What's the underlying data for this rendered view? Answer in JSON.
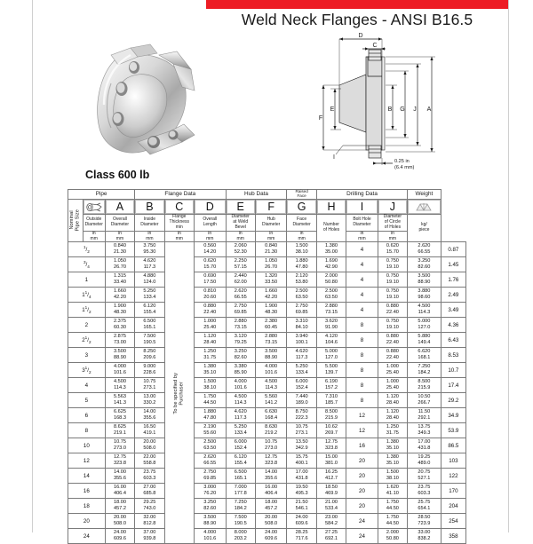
{
  "document": {
    "banner_color": "#ed1c24",
    "title": "Weld Neck Flanges - ANSI B16.5",
    "class_label": "Class 600 lb"
  },
  "drawing": {
    "labels": {
      "D": "D",
      "C": "C",
      "F": "F",
      "E": "E",
      "B": "B",
      "G": "G",
      "J": "J",
      "A": "A",
      "I": "I"
    },
    "note_in": "0.25 in",
    "note_mm": "(6.4 mm)"
  },
  "table": {
    "groups": [
      {
        "label": "Pipe",
        "span": 3
      },
      {
        "label": "Flange Data",
        "span": 3
      },
      {
        "label": "Hub Data",
        "span": 2
      },
      {
        "label": "Raised Face",
        "span": 1
      },
      {
        "label": "Drilling Data",
        "span": 3
      },
      {
        "label": "Weight",
        "span": 1
      }
    ],
    "letters": [
      "nps-icon",
      "wrench-icon",
      "A",
      "B",
      "C",
      "D",
      "E",
      "F",
      "G",
      "H",
      "I",
      "J",
      "scale-icon"
    ],
    "descriptors": [
      "Nominal Pipe Size",
      "Outside Diameter",
      "Overall Diameter",
      "Inside Diameter",
      "Flange Thickness min",
      "Overall Length",
      "Diameter at Weld Bevel",
      "Hub Diameter",
      "Face Diameter",
      "Number of Holes",
      "Bolt Hole Diameter",
      "Diameter of Circle of Holes",
      "kg/ piece"
    ],
    "descriptor_lines": [
      [
        "Nominal",
        "Pipe Size"
      ],
      [
        "Outside",
        "Diameter"
      ],
      [
        "Overall",
        "Diameter"
      ],
      [
        "Inside",
        "Diameter"
      ],
      [
        "Flange",
        "Thickness",
        "min"
      ],
      [
        "Overall",
        "Length"
      ],
      [
        "Diameter",
        "at Weld",
        "Bevel"
      ],
      [
        "Hub",
        "Diameter"
      ],
      [
        "Face",
        "Diameter"
      ],
      [
        "Number",
        "of Holes"
      ],
      [
        "Bolt Hole",
        "Diameter"
      ],
      [
        "Diameter",
        "of Circle",
        "of Holes"
      ],
      [
        "kg/",
        "piece"
      ]
    ],
    "unit_labels": {
      "in": "in",
      "mm": "mm"
    },
    "inside_diameter_note": "To be specified by Purchaser",
    "rows": [
      {
        "nps": "1/2",
        "nps_n": "1",
        "nps_d": "2",
        "nps_whole": "",
        "A_in": "0.840",
        "A_mm": "21.30",
        "B_in": "3.750",
        "B_mm": "95.30",
        "C_in": "0.560",
        "C_mm": "14.20",
        "D_in": "2.060",
        "D_mm": "52.30",
        "E_in": "0.840",
        "E_mm": "21.30",
        "F_in": "1.500",
        "F_mm": "38.10",
        "G_in": "1.380",
        "G_mm": "35.00",
        "H": "4",
        "I_in": "0.620",
        "I_mm": "15.70",
        "J_in": "2.620",
        "J_mm": "66.55",
        "W": "0.87"
      },
      {
        "nps": "3/4",
        "nps_n": "3",
        "nps_d": "4",
        "nps_whole": "",
        "A_in": "1.050",
        "A_mm": "26.70",
        "B_in": "4.620",
        "B_mm": "117.3",
        "C_in": "0.620",
        "C_mm": "15.70",
        "D_in": "2.250",
        "D_mm": "57.15",
        "E_in": "1.050",
        "E_mm": "26.70",
        "F_in": "1.880",
        "F_mm": "47.80",
        "G_in": "1.690",
        "G_mm": "42.90",
        "H": "4",
        "I_in": "0.750",
        "I_mm": "19.10",
        "J_in": "3.250",
        "J_mm": "82.60",
        "W": "1.45"
      },
      {
        "nps": "1",
        "nps_n": "",
        "nps_d": "",
        "nps_whole": "1",
        "A_in": "1.315",
        "A_mm": "33.40",
        "B_in": "4.880",
        "B_mm": "124.0",
        "C_in": "0.690",
        "C_mm": "17.50",
        "D_in": "2.440",
        "D_mm": "62.00",
        "E_in": "1.320",
        "E_mm": "33.50",
        "F_in": "2.120",
        "F_mm": "53.80",
        "G_in": "2.000",
        "G_mm": "50.80",
        "H": "4",
        "I_in": "0.750",
        "I_mm": "19.10",
        "J_in": "3.500",
        "J_mm": "88.90",
        "W": "1.76"
      },
      {
        "nps": "1 1/4",
        "nps_n": "1",
        "nps_d": "4",
        "nps_whole": "1",
        "A_in": "1.660",
        "A_mm": "42.20",
        "B_in": "5.250",
        "B_mm": "133.4",
        "C_in": "0.810",
        "C_mm": "20.60",
        "D_in": "2.620",
        "D_mm": "66.55",
        "E_in": "1.660",
        "E_mm": "42.20",
        "F_in": "2.500",
        "F_mm": "63.50",
        "G_in": "2.500",
        "G_mm": "63.50",
        "H": "4",
        "I_in": "0.750",
        "I_mm": "19.10",
        "J_in": "3.880",
        "J_mm": "98.60",
        "W": "2.49"
      },
      {
        "nps": "1 1/2",
        "nps_n": "1",
        "nps_d": "2",
        "nps_whole": "1",
        "A_in": "1.900",
        "A_mm": "48.30",
        "B_in": "6.120",
        "B_mm": "155.4",
        "C_in": "0.880",
        "C_mm": "22.40",
        "D_in": "2.750",
        "D_mm": "69.85",
        "E_in": "1.900",
        "E_mm": "48.30",
        "F_in": "2.750",
        "F_mm": "69.85",
        "G_in": "2.880",
        "G_mm": "73.15",
        "H": "4",
        "I_in": "0.880",
        "I_mm": "22.40",
        "J_in": "4.500",
        "J_mm": "114.3",
        "W": "3.49"
      },
      {
        "nps": "2",
        "nps_n": "",
        "nps_d": "",
        "nps_whole": "2",
        "A_in": "2.375",
        "A_mm": "60.30",
        "B_in": "6.500",
        "B_mm": "165.1",
        "C_in": "1.000",
        "C_mm": "25.40",
        "D_in": "2.880",
        "D_mm": "73.15",
        "E_in": "2.380",
        "E_mm": "60.45",
        "F_in": "3.310",
        "F_mm": "84.10",
        "G_in": "3.620",
        "G_mm": "91.90",
        "H": "8",
        "I_in": "0.750",
        "I_mm": "19.10",
        "J_in": "5.000",
        "J_mm": "127.0",
        "W": "4.36"
      },
      {
        "nps": "2 1/2",
        "nps_n": "1",
        "nps_d": "2",
        "nps_whole": "2",
        "A_in": "2.875",
        "A_mm": "73.00",
        "B_in": "7.500",
        "B_mm": "190.5",
        "C_in": "1.120",
        "C_mm": "28.40",
        "D_in": "3.120",
        "D_mm": "79.25",
        "E_in": "2.880",
        "E_mm": "73.15",
        "F_in": "3.940",
        "F_mm": "100.1",
        "G_in": "4.120",
        "G_mm": "104.6",
        "H": "8",
        "I_in": "0.880",
        "I_mm": "22.40",
        "J_in": "5.880",
        "J_mm": "149.4",
        "W": "6.43"
      },
      {
        "nps": "3",
        "nps_n": "",
        "nps_d": "",
        "nps_whole": "3",
        "A_in": "3.500",
        "A_mm": "88.90",
        "B_in": "8.250",
        "B_mm": "209.6",
        "C_in": "1.250",
        "C_mm": "31.75",
        "D_in": "3.250",
        "D_mm": "82.60",
        "E_in": "3.500",
        "E_mm": "88.90",
        "F_in": "4.620",
        "F_mm": "117.3",
        "G_in": "5.000",
        "G_mm": "127.0",
        "H": "8",
        "I_in": "0.880",
        "I_mm": "22.40",
        "J_in": "6.620",
        "J_mm": "168.1",
        "W": "8.53"
      },
      {
        "nps": "3 1/2",
        "nps_n": "1",
        "nps_d": "2",
        "nps_whole": "3",
        "A_in": "4.000",
        "A_mm": "101.6",
        "B_in": "9.000",
        "B_mm": "228.6",
        "C_in": "1.380",
        "C_mm": "35.10",
        "D_in": "3.380",
        "D_mm": "85.90",
        "E_in": "4.000",
        "E_mm": "101.6",
        "F_in": "5.250",
        "F_mm": "133.4",
        "G_in": "5.500",
        "G_mm": "139.7",
        "H": "8",
        "I_in": "1.000",
        "I_mm": "25.40",
        "J_in": "7.250",
        "J_mm": "184.2",
        "W": "10.7"
      },
      {
        "nps": "4",
        "nps_n": "",
        "nps_d": "",
        "nps_whole": "4",
        "A_in": "4.500",
        "A_mm": "114.3",
        "B_in": "10.75",
        "B_mm": "273.1",
        "C_in": "1.500",
        "C_mm": "38.10",
        "D_in": "4.000",
        "D_mm": "101.6",
        "E_in": "4.500",
        "E_mm": "114.3",
        "F_in": "6.000",
        "F_mm": "152.4",
        "G_in": "6.190",
        "G_mm": "157.2",
        "H": "8",
        "I_in": "1.000",
        "I_mm": "25.40",
        "J_in": "8.500",
        "J_mm": "215.9",
        "W": "17.4"
      },
      {
        "nps": "5",
        "nps_n": "",
        "nps_d": "",
        "nps_whole": "5",
        "A_in": "5.563",
        "A_mm": "141.3",
        "B_in": "13.00",
        "B_mm": "330.2",
        "C_in": "1.750",
        "C_mm": "44.50",
        "D_in": "4.500",
        "D_mm": "114.3",
        "E_in": "5.560",
        "E_mm": "141.2",
        "F_in": "7.440",
        "F_mm": "189.0",
        "G_in": "7.310",
        "G_mm": "185.7",
        "H": "8",
        "I_in": "1.120",
        "I_mm": "28.40",
        "J_in": "10.50",
        "J_mm": "266.7",
        "W": "29.2"
      },
      {
        "nps": "6",
        "nps_n": "",
        "nps_d": "",
        "nps_whole": "6",
        "A_in": "6.625",
        "A_mm": "168.3",
        "B_in": "14.00",
        "B_mm": "355.6",
        "C_in": "1.880",
        "C_mm": "47.80",
        "D_in": "4.620",
        "D_mm": "117.3",
        "E_in": "6.630",
        "E_mm": "168.4",
        "F_in": "8.750",
        "F_mm": "222.3",
        "G_in": "8.500",
        "G_mm": "215.9",
        "H": "12",
        "I_in": "1.120",
        "I_mm": "28.40",
        "J_in": "11.50",
        "J_mm": "292.1",
        "W": "34.9"
      },
      {
        "nps": "8",
        "nps_n": "",
        "nps_d": "",
        "nps_whole": "8",
        "A_in": "8.625",
        "A_mm": "219.1",
        "B_in": "16.50",
        "B_mm": "419.1",
        "C_in": "2.190",
        "C_mm": "55.60",
        "D_in": "5.250",
        "D_mm": "133.4",
        "E_in": "8.630",
        "E_mm": "219.2",
        "F_in": "10.75",
        "F_mm": "273.1",
        "G_in": "10.62",
        "G_mm": "269.7",
        "H": "12",
        "I_in": "1.250",
        "I_mm": "31.75",
        "J_in": "13.75",
        "J_mm": "349.3",
        "W": "53.9"
      },
      {
        "nps": "10",
        "nps_n": "",
        "nps_d": "",
        "nps_whole": "10",
        "A_in": "10.75",
        "A_mm": "273.0",
        "B_in": "20.00",
        "B_mm": "508.0",
        "C_in": "2.500",
        "C_mm": "63.50",
        "D_in": "6.000",
        "D_mm": "152.4",
        "E_in": "10.75",
        "E_mm": "273.0",
        "F_in": "13.50",
        "F_mm": "342.9",
        "G_in": "12.75",
        "G_mm": "323.8",
        "H": "16",
        "I_in": "1.380",
        "I_mm": "35.10",
        "J_in": "17.00",
        "J_mm": "431.8",
        "W": "86.5"
      },
      {
        "nps": "12",
        "nps_n": "",
        "nps_d": "",
        "nps_whole": "12",
        "A_in": "12.75",
        "A_mm": "323.8",
        "B_in": "22.00",
        "B_mm": "558.8",
        "C_in": "2.620",
        "C_mm": "66.55",
        "D_in": "6.120",
        "D_mm": "155.4",
        "E_in": "12.75",
        "E_mm": "323.8",
        "F_in": "15.75",
        "F_mm": "400.1",
        "G_in": "15.00",
        "G_mm": "381.0",
        "H": "20",
        "I_in": "1.380",
        "I_mm": "35.10",
        "J_in": "19.25",
        "J_mm": "489.0",
        "W": "103"
      },
      {
        "nps": "14",
        "nps_n": "",
        "nps_d": "",
        "nps_whole": "14",
        "A_in": "14.00",
        "A_mm": "355.6",
        "B_in": "23.75",
        "B_mm": "603.3",
        "C_in": "2.750",
        "C_mm": "69.85",
        "D_in": "6.500",
        "D_mm": "165.1",
        "E_in": "14.00",
        "E_mm": "355.6",
        "F_in": "17.00",
        "F_mm": "431.8",
        "G_in": "16.25",
        "G_mm": "412.7",
        "H": "20",
        "I_in": "1.500",
        "I_mm": "38.10",
        "J_in": "20.75",
        "J_mm": "527.1",
        "W": "122"
      },
      {
        "nps": "16",
        "nps_n": "",
        "nps_d": "",
        "nps_whole": "16",
        "A_in": "16.00",
        "A_mm": "406.4",
        "B_in": "27.00",
        "B_mm": "685.8",
        "C_in": "3.000",
        "C_mm": "76.20",
        "D_in": "7.000",
        "D_mm": "177.8",
        "E_in": "16.00",
        "E_mm": "406.4",
        "F_in": "19.50",
        "F_mm": "495.3",
        "G_in": "18.50",
        "G_mm": "469.9",
        "H": "20",
        "I_in": "1.620",
        "I_mm": "41.10",
        "J_in": "23.75",
        "J_mm": "603.3",
        "W": "170"
      },
      {
        "nps": "18",
        "nps_n": "",
        "nps_d": "",
        "nps_whole": "18",
        "A_in": "18.00",
        "A_mm": "457.2",
        "B_in": "29.25",
        "B_mm": "743.0",
        "C_in": "3.250",
        "C_mm": "82.60",
        "D_in": "7.250",
        "D_mm": "184.2",
        "E_in": "18.00",
        "E_mm": "457.2",
        "F_in": "21.50",
        "F_mm": "546.1",
        "G_in": "21.00",
        "G_mm": "533.4",
        "H": "20",
        "I_in": "1.750",
        "I_mm": "44.50",
        "J_in": "25.75",
        "J_mm": "654.1",
        "W": "204"
      },
      {
        "nps": "20",
        "nps_n": "",
        "nps_d": "",
        "nps_whole": "20",
        "A_in": "20.00",
        "A_mm": "508.0",
        "B_in": "32.00",
        "B_mm": "812.8",
        "C_in": "3.500",
        "C_mm": "88.90",
        "D_in": "7.500",
        "D_mm": "190.5",
        "E_in": "20.00",
        "E_mm": "508.0",
        "F_in": "24.00",
        "F_mm": "609.6",
        "G_in": "23.00",
        "G_mm": "584.2",
        "H": "24",
        "I_in": "1.750",
        "I_mm": "44.50",
        "J_in": "28.50",
        "J_mm": "723.9",
        "W": "254"
      },
      {
        "nps": "24",
        "nps_n": "",
        "nps_d": "",
        "nps_whole": "24",
        "A_in": "24.00",
        "A_mm": "609.6",
        "B_in": "37.00",
        "B_mm": "939.8",
        "C_in": "4.000",
        "C_mm": "101.6",
        "D_in": "8.000",
        "D_mm": "203.2",
        "E_in": "24.00",
        "E_mm": "609.6",
        "F_in": "28.25",
        "F_mm": "717.6",
        "G_in": "27.25",
        "G_mm": "692.1",
        "H": "24",
        "I_in": "2.000",
        "I_mm": "50.80",
        "J_in": "33.00",
        "J_mm": "838.2",
        "W": "358"
      }
    ]
  }
}
